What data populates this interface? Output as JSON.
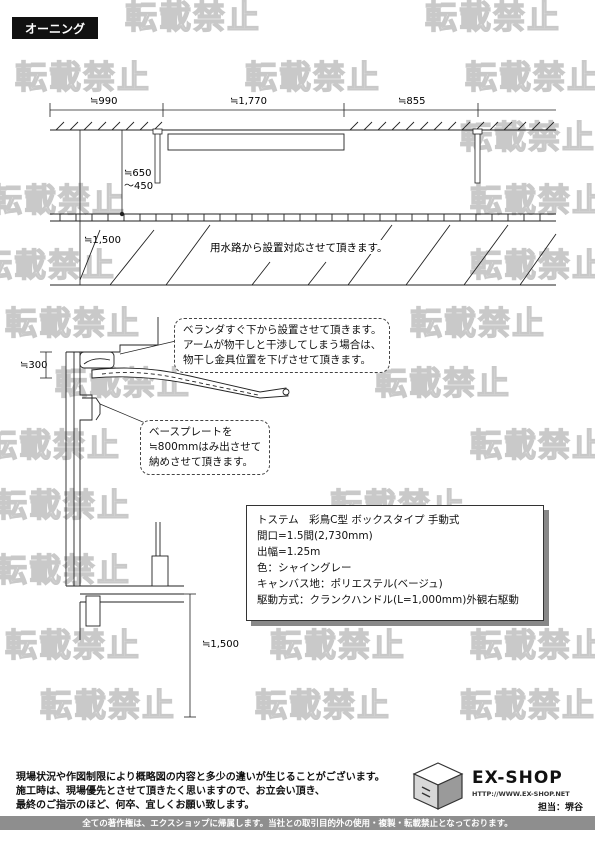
{
  "title": "オーニング",
  "watermark": "転載禁止",
  "plan": {
    "dims": [
      "≒990",
      "≒1,770",
      "≒855"
    ],
    "arm_height": [
      "≒650",
      "～450"
    ],
    "height": "≒1,500",
    "note": "用水路から設置対応させて頂きます。"
  },
  "section": {
    "left_dim": "≒300",
    "bottom_dim": "≒1,500",
    "note1": [
      "ベランダすぐ下から設置させて頂きます。",
      "アームが物干しと干渉してしまう場合は、",
      "物干し金具位置を下げさせて頂きます。"
    ],
    "note2": [
      "ベースプレートを",
      "≒800mmはみ出させて",
      "納めさせて頂きます。"
    ]
  },
  "spec": [
    "トステム　彩鳥C型 ボックスタイプ 手動式",
    "間口=1.5間(2,730mm)",
    "出幅=1.25m",
    "色：シャイングレー",
    "キャンバス地：ポリエステル(ベージュ)",
    "駆動方式：クランクハンドル(L=1,000mm)外観右駆動"
  ],
  "footer": {
    "notes": [
      "現場状況や作図制限により概略図の内容と多少の違いが生じることがございます。",
      "施工時は、現場優先とさせて頂きたく思いますので、お立会い頂き、",
      "最終のご指示のほど、何卒、宜しくお願い致します。"
    ],
    "brand": "EX-SHOP",
    "url": "HTTP://WWW.EX-SHOP.NET",
    "staff": "担当：堺谷",
    "copyright": "全ての著作権は、エクスショップに帰属します。当社との取引目的外の使用・複製・転載禁止となっております。"
  }
}
